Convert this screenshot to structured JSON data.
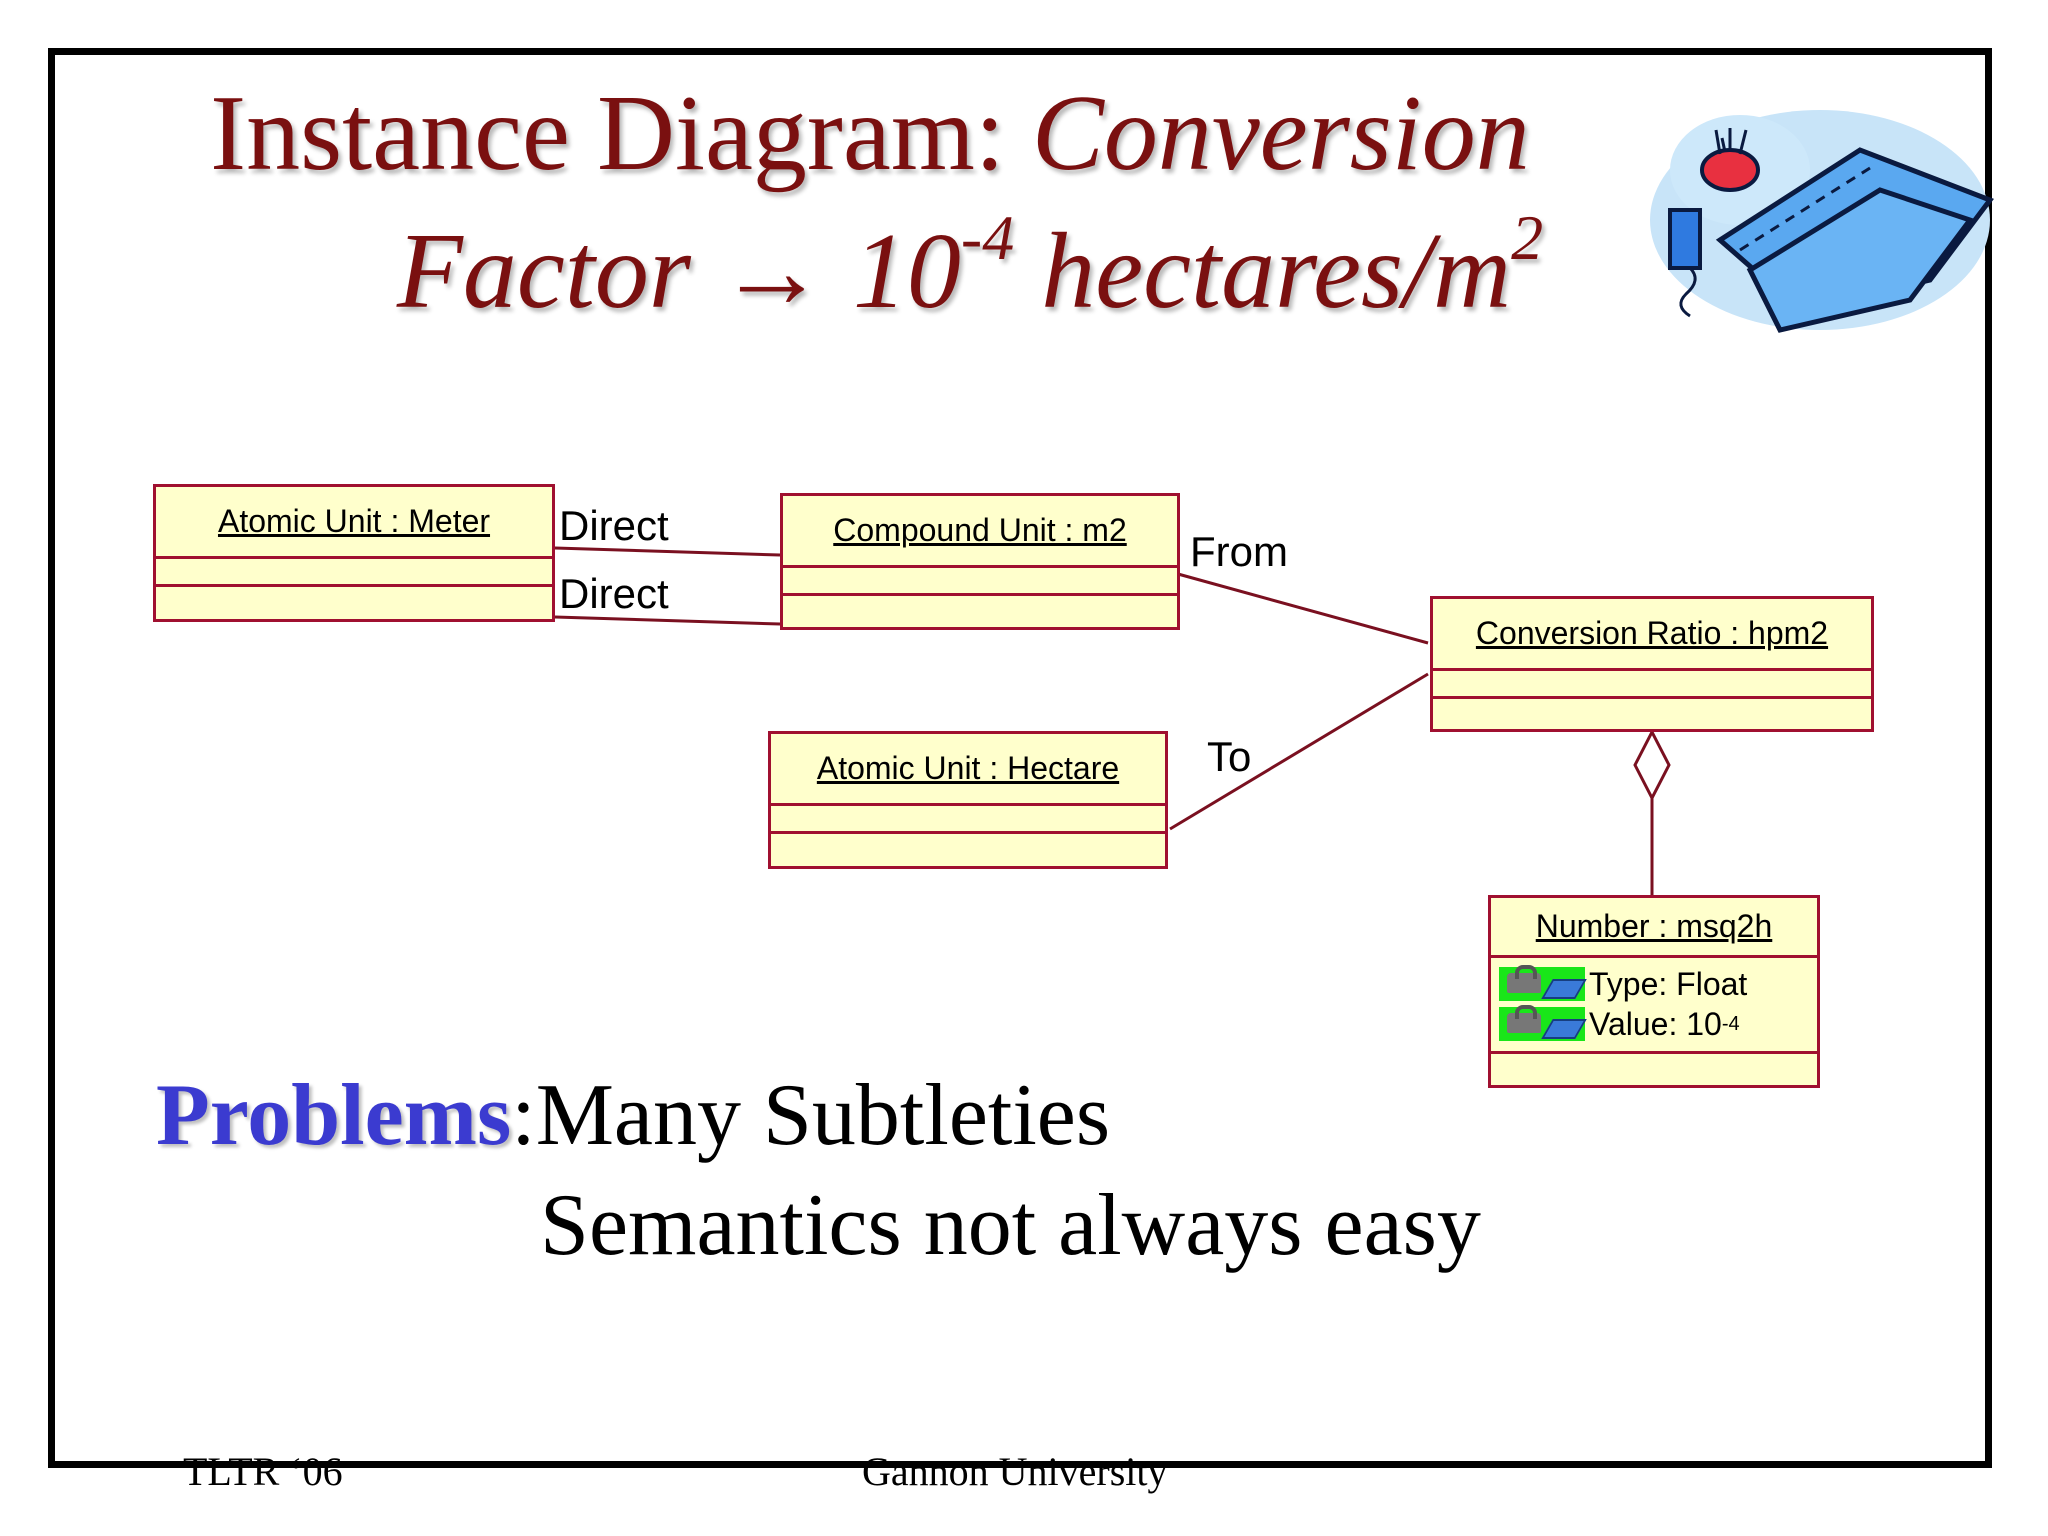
{
  "title": {
    "line1_roman": "Instance Diagram: ",
    "line1_italic": "Conversion",
    "line2_prefix": "Factor → 10",
    "line2_exp1": "-4",
    "line2_mid": " hectares/m",
    "line2_exp2": "2"
  },
  "diagram": {
    "boxes": {
      "meter": "Atomic Unit : Meter",
      "m2": "Compound Unit : m2",
      "ratio": "Conversion Ratio : hpm2",
      "hectare": "Atomic Unit : Hectare",
      "number": "Number : msq2h"
    },
    "number_attrs": {
      "type": "Type: Float",
      "value_prefix": "Value: 10",
      "value_exp": "-4"
    },
    "labels": {
      "direct1": "Direct",
      "direct2": "Direct",
      "from": "From",
      "to": "To"
    },
    "colors": {
      "box_fill": "#ffffcc",
      "box_border": "#a01030",
      "line": "#7a1020"
    }
  },
  "problems": {
    "keyword": "Problems",
    "colon": ":",
    "item1": "Many Subtleties",
    "item2": "Semantics not always easy"
  },
  "footer": {
    "left": "TLTR ‘06",
    "center": "Gannon University"
  },
  "clipart": "sewing-fabric-icon"
}
